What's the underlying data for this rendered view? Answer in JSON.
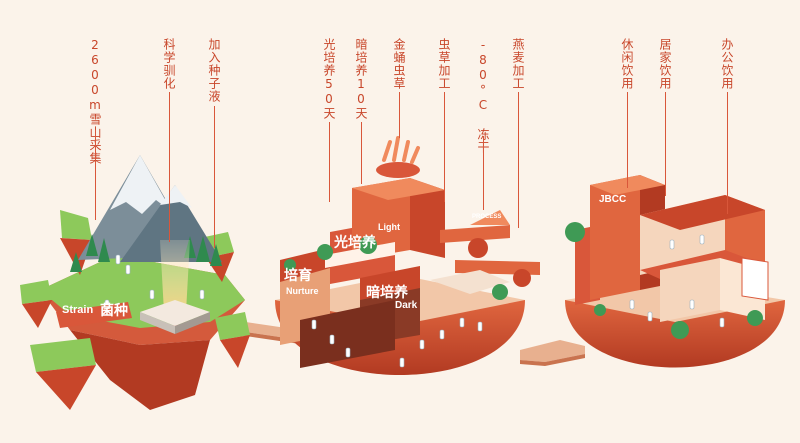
{
  "labels": [
    {
      "id": "snow",
      "text": "2600m雪山采集"
    },
    {
      "id": "sci",
      "text": "科学驯化"
    },
    {
      "id": "seed",
      "text": "加入种子液"
    },
    {
      "id": "light",
      "text": "光培养50天"
    },
    {
      "id": "dark",
      "text": "暗培养10天"
    },
    {
      "id": "golden",
      "text": "金蛹虫草"
    },
    {
      "id": "process",
      "text": "虫草加工"
    },
    {
      "id": "freeze",
      "text": "-80°C 冻干"
    },
    {
      "id": "oat",
      "text": "燕麦加工"
    },
    {
      "id": "leisure",
      "text": "休闲饮用"
    },
    {
      "id": "home",
      "text": "居家饮用"
    },
    {
      "id": "office",
      "text": "办公饮用"
    }
  ],
  "signs": {
    "strain_en": "Strain",
    "strain_cn": "菌种",
    "nurture_cn": "培育",
    "nurture_en": "Nurture",
    "light_cn": "光培养",
    "light_en": "Light",
    "dark_cn": "暗培养",
    "dark_en": "Dark",
    "brand": "JBCC",
    "process_sign": "PROCESS"
  },
  "colors": {
    "background": "#fbf3ea",
    "accent": "#d9573a",
    "island": "#d45a3c",
    "grass": "#8dc95b"
  }
}
